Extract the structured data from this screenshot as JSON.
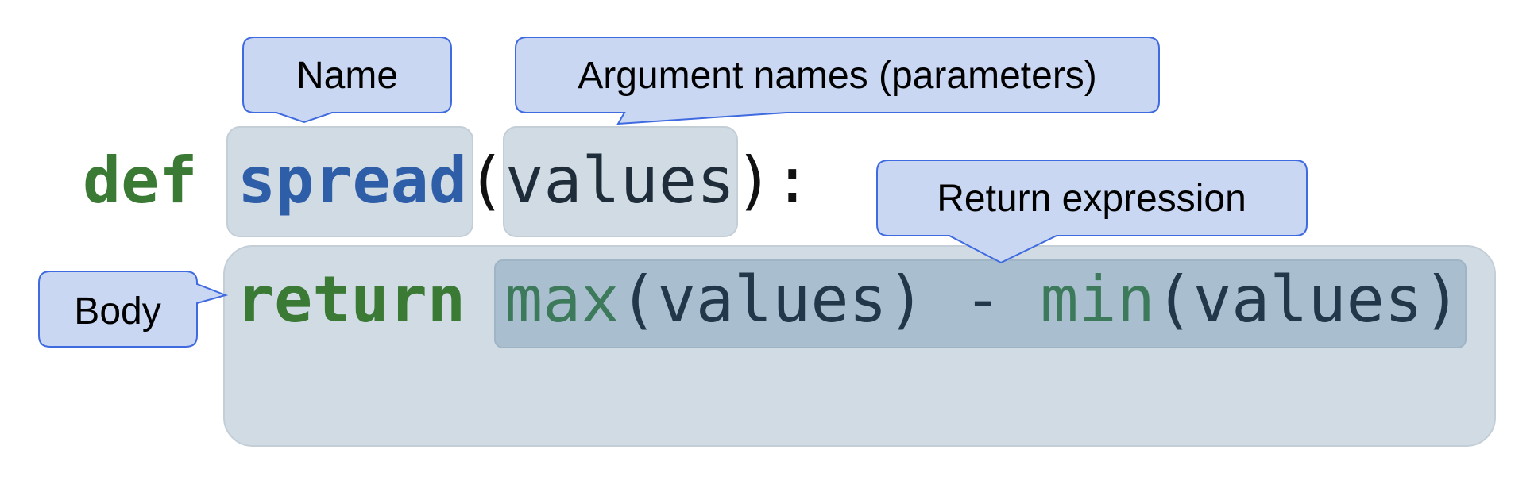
{
  "code": {
    "keyword_def": "def",
    "function_name": "spread",
    "open_paren": "(",
    "parameter": "values",
    "close_paren_colon": "):",
    "keyword_return": "return",
    "expr_max": "max",
    "expr_arg1": "(values)",
    "expr_minus": " - ",
    "expr_min": "min",
    "expr_arg2": "(values)"
  },
  "callouts": {
    "name": "Name",
    "arguments": "Argument names (parameters)",
    "return_expression": "Return expression",
    "body": "Body"
  },
  "colors": {
    "keyword": "#3a7a35",
    "function_name": "#2f5ea8",
    "callout_fill": "#c9d7f2",
    "callout_stroke": "#3f6ae0",
    "highlight": "#d0dbe4",
    "expression_highlight": "#a9bfcf"
  }
}
